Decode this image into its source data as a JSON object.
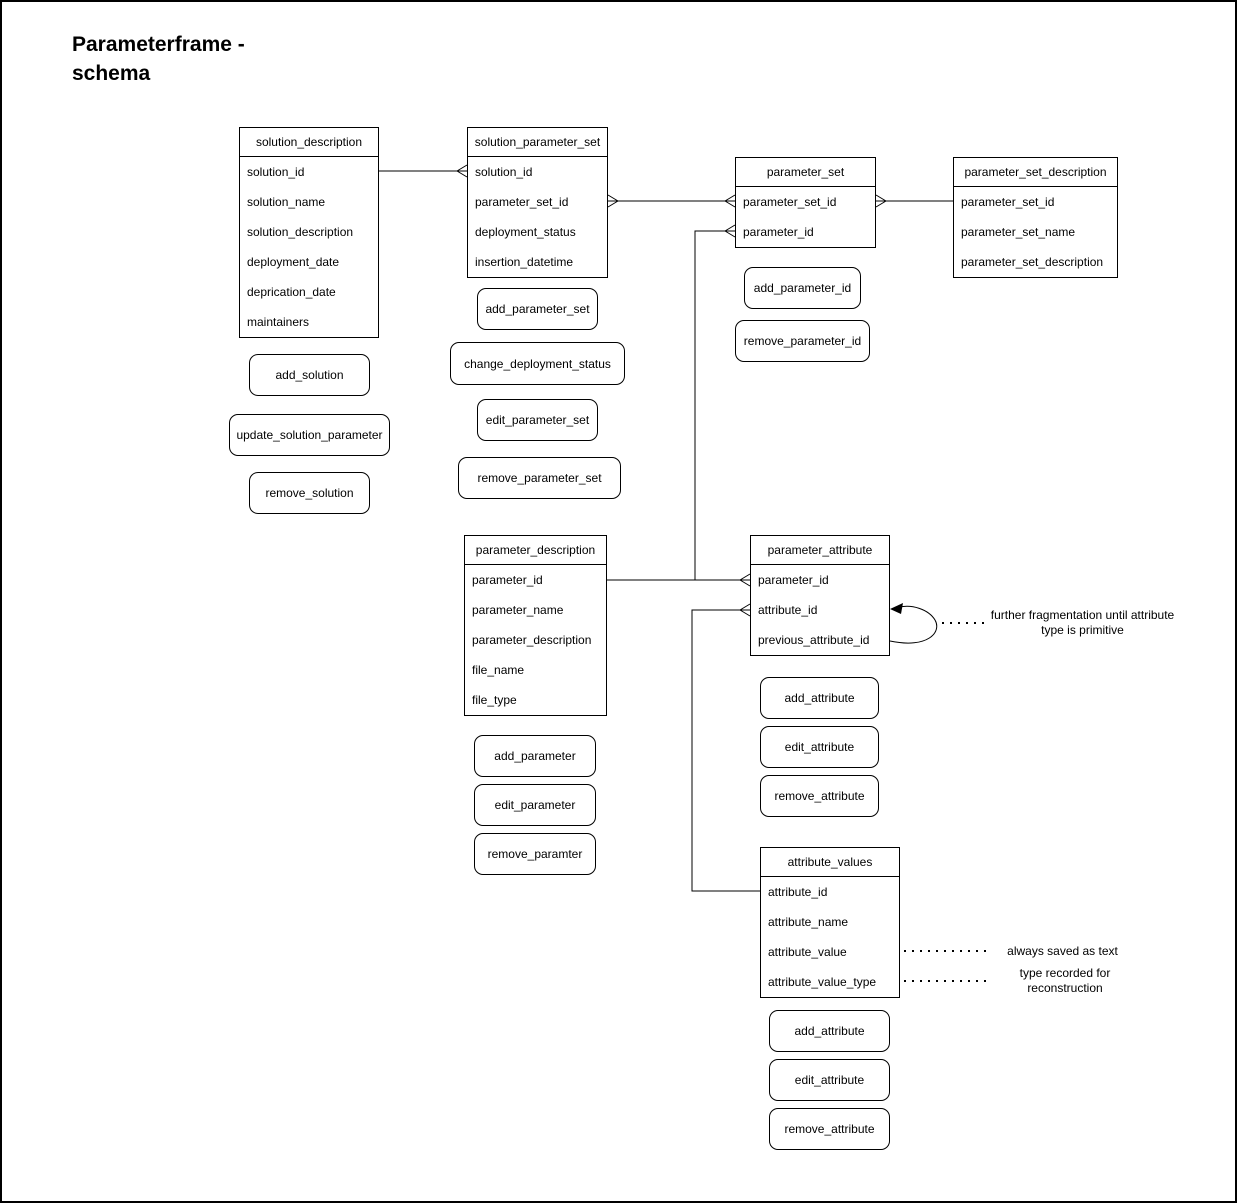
{
  "title": "Parameterframe - schema",
  "entities": {
    "solution_description": {
      "title": "solution_description",
      "fields": [
        "solution_id",
        "solution_name",
        "solution_description",
        "deployment_date",
        "deprication_date",
        "maintainers"
      ]
    },
    "solution_parameter_set": {
      "title": "solution_parameter_set",
      "fields": [
        "solution_id",
        "parameter_set_id",
        "deployment_status",
        "insertion_datetime"
      ]
    },
    "parameter_set": {
      "title": "parameter_set",
      "fields": [
        "parameter_set_id",
        "parameter_id"
      ]
    },
    "parameter_set_description": {
      "title": "parameter_set_description",
      "fields": [
        "parameter_set_id",
        "parameter_set_name",
        "parameter_set_description"
      ]
    },
    "parameter_description": {
      "title": "parameter_description",
      "fields": [
        "parameter_id",
        "parameter_name",
        "parameter_description",
        "file_name",
        "file_type"
      ]
    },
    "parameter_attribute": {
      "title": "parameter_attribute",
      "fields": [
        "parameter_id",
        "attribute_id",
        "previous_attribute_id"
      ]
    },
    "attribute_values": {
      "title": "attribute_values",
      "fields": [
        "attribute_id",
        "attribute_name",
        "attribute_value",
        "attribute_value_type"
      ]
    }
  },
  "actions": {
    "solution": [
      "add_solution",
      "update_solution_parameter",
      "remove_solution"
    ],
    "parameter_set": [
      "add_parameter_set",
      "change_deployment_status",
      "edit_parameter_set",
      "remove_parameter_set"
    ],
    "parameter_id": [
      "add_parameter_id",
      "remove_parameter_id"
    ],
    "parameter": [
      "add_parameter",
      "edit_parameter",
      "remove_paramter"
    ],
    "parameter_attribute": [
      "add_attribute",
      "edit_attribute",
      "remove_attribute"
    ],
    "attribute_values": [
      "add_attribute",
      "edit_attribute",
      "remove_attribute"
    ]
  },
  "annotations": {
    "fragmentation": "further fragmentation until attribute type is primitive",
    "saved_as_text": "always saved as text",
    "type_recorded": "type recorded for reconstruction"
  },
  "colors": {
    "line": "#000000",
    "background": "#ffffff",
    "text": "#000000"
  }
}
